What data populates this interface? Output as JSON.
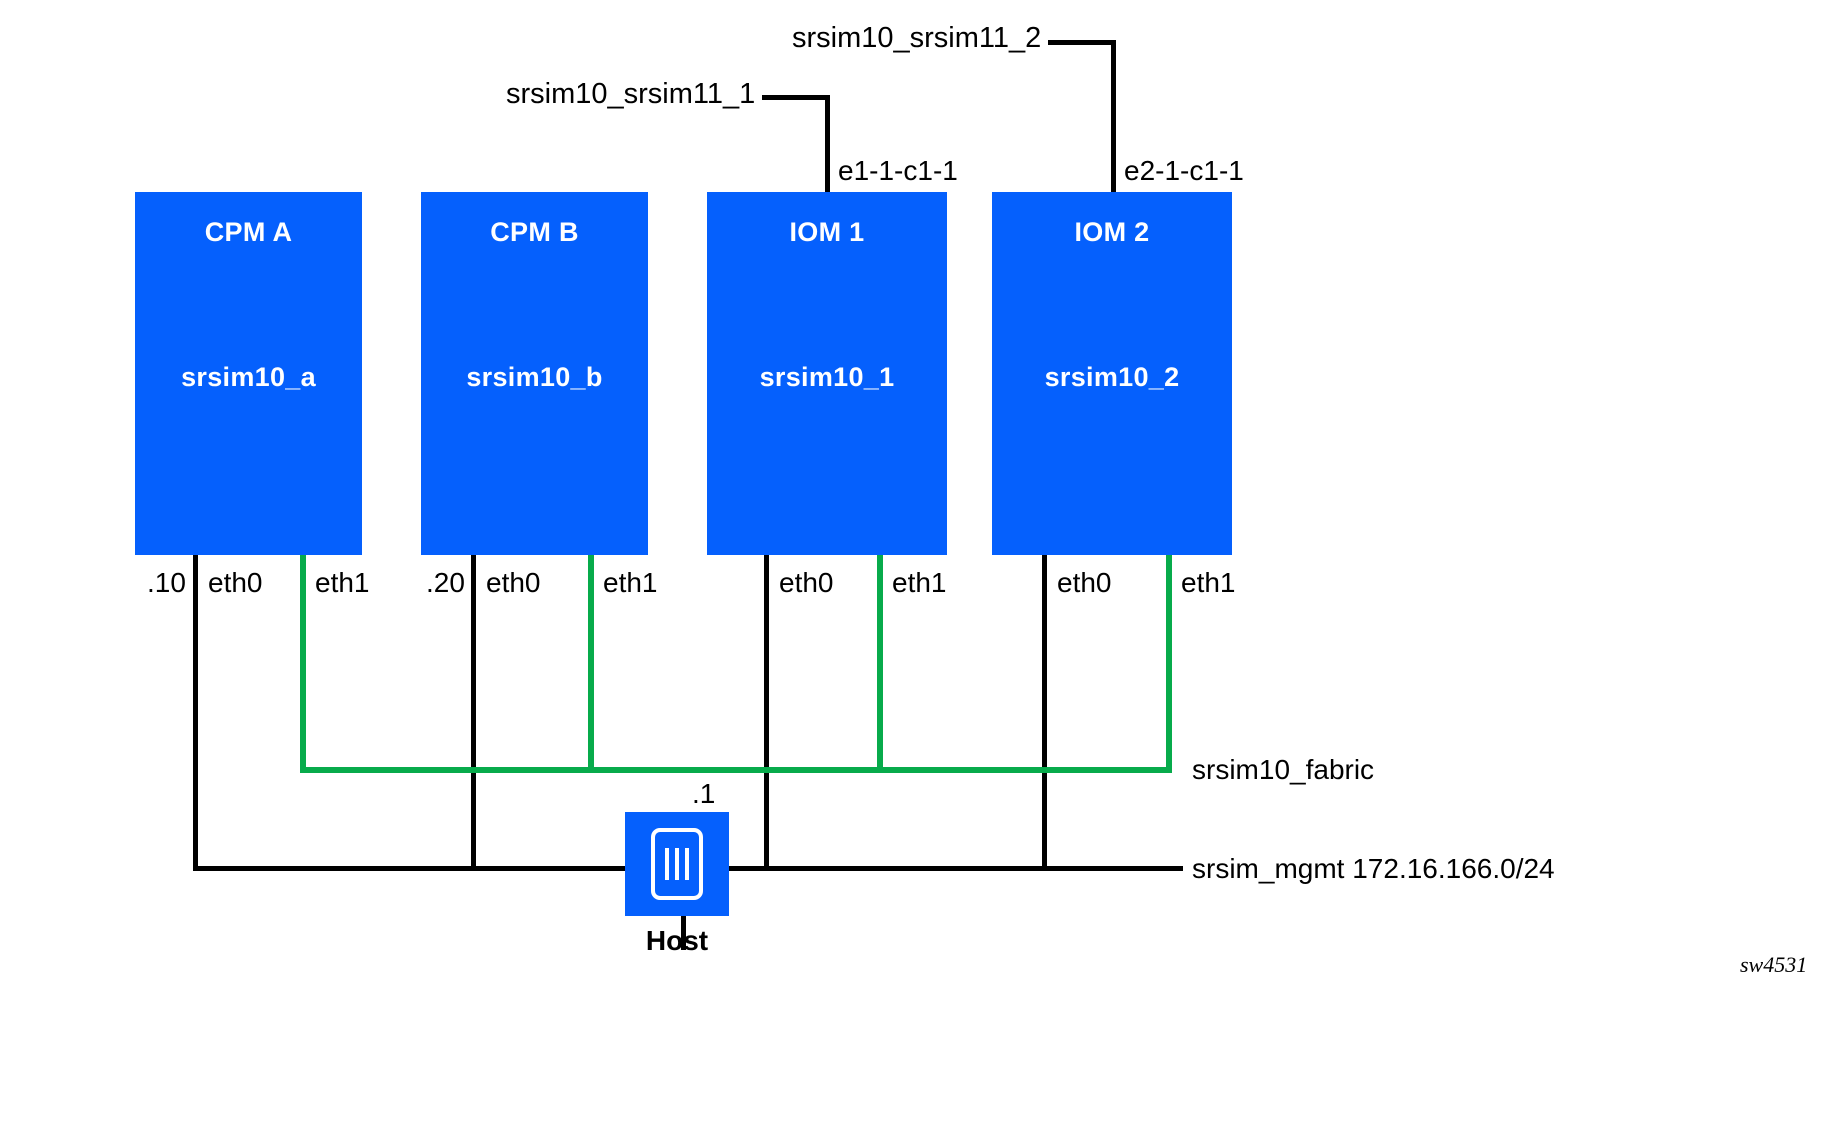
{
  "diagram": {
    "figure_id": "sw4531",
    "colors": {
      "node_fill": "#0560fd",
      "fabric_link": "#07ab4b",
      "mgmt_link": "#000000",
      "node_text": "#ffffff"
    },
    "nodes": [
      {
        "title": "CPM A",
        "name": "srsim10_a",
        "mgmt_ip_suffix": ".10",
        "ports": {
          "eth0": "eth0",
          "eth1": "eth1"
        }
      },
      {
        "title": "CPM B",
        "name": "srsim10_b",
        "mgmt_ip_suffix": ".20",
        "ports": {
          "eth0": "eth0",
          "eth1": "eth1"
        }
      },
      {
        "title": "IOM 1",
        "name": "srsim10_1",
        "mgmt_ip_suffix": "",
        "ports": {
          "eth0": "eth0",
          "eth1": "eth1"
        }
      },
      {
        "title": "IOM 2",
        "name": "srsim10_2",
        "mgmt_ip_suffix": "",
        "ports": {
          "eth0": "eth0",
          "eth1": "eth1"
        }
      }
    ],
    "external_links": [
      {
        "label": "srsim10_srsim11_1",
        "interface": "e1-1-c1-1",
        "attached_node": "IOM 1"
      },
      {
        "label": "srsim10_srsim11_2",
        "interface": "e2-1-c1-1",
        "attached_node": "IOM 2"
      }
    ],
    "buses": [
      {
        "name": "srsim10_fabric",
        "label": "srsim10_fabric",
        "color": "#07ab4b",
        "connects": "eth1"
      },
      {
        "name": "srsim_mgmt",
        "label": "srsim_mgmt 172.16.166.0/24",
        "color": "#000000",
        "connects": "eth0"
      }
    ],
    "host": {
      "label": "Host",
      "mgmt_ip_suffix": ".1",
      "icon": "server-icon"
    }
  }
}
